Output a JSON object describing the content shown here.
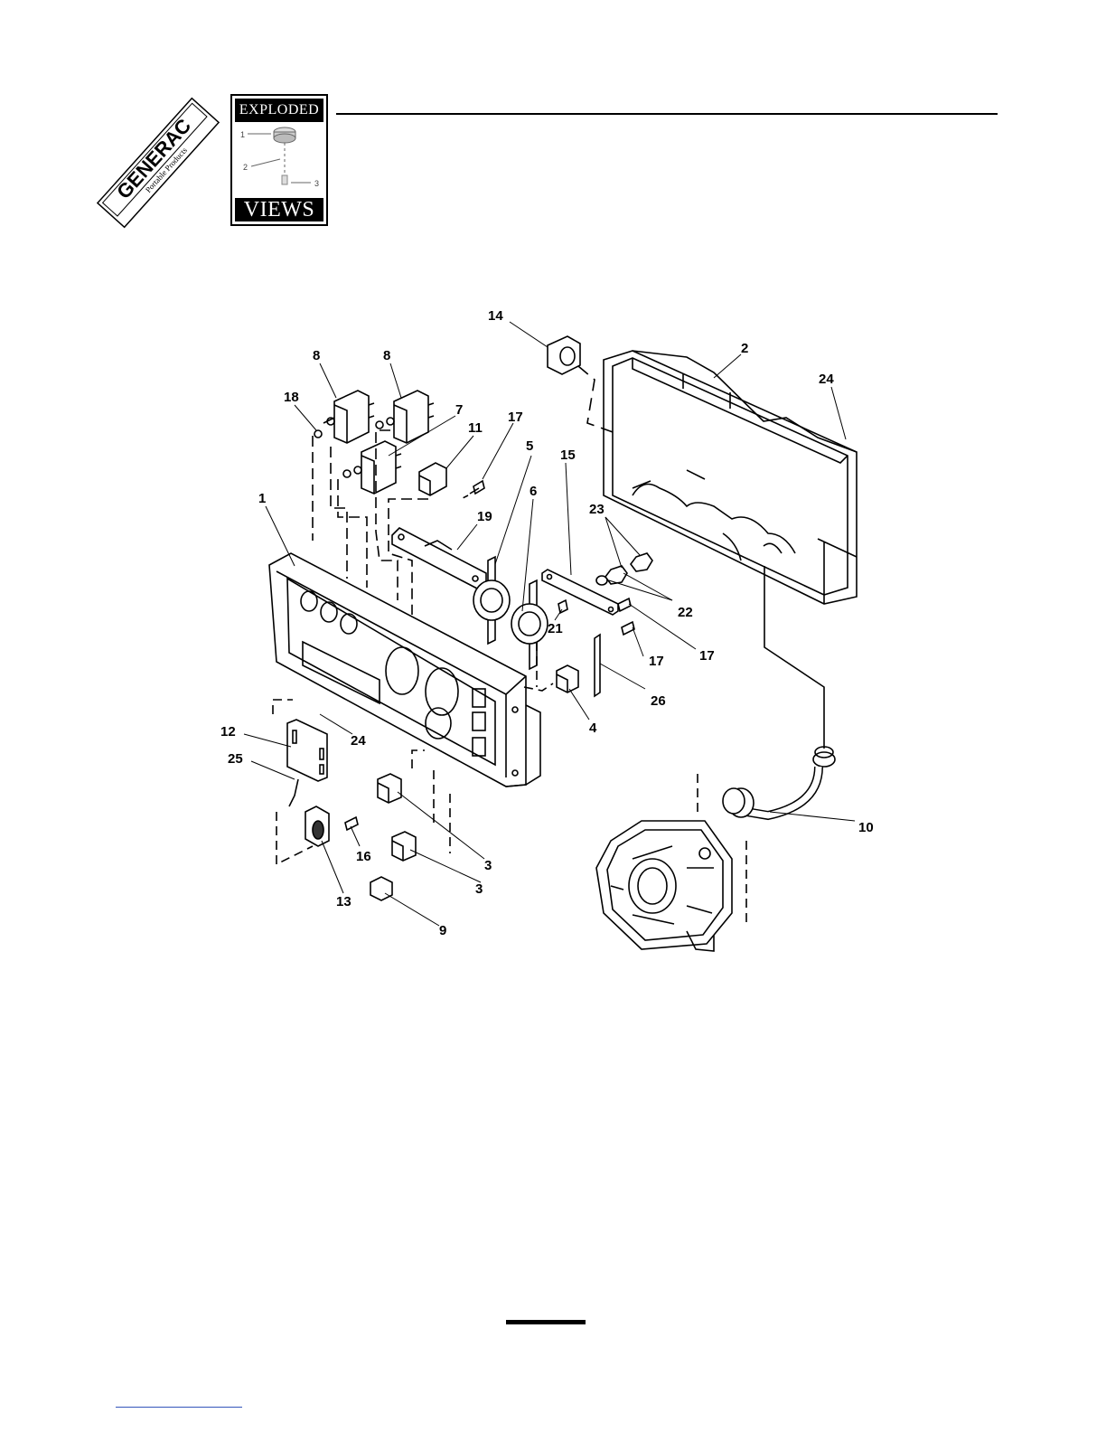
{
  "brand": {
    "logo_text": "GENERAC",
    "logo_subtext": "Portable Products"
  },
  "badge": {
    "top_label": "EXPLODED",
    "bottom_label": "VIEWS",
    "mini_numbers": [
      "1",
      "2",
      "3"
    ]
  },
  "diagram": {
    "callouts": [
      "14",
      "2",
      "24",
      "8",
      "8",
      "18",
      "7",
      "11",
      "17",
      "5",
      "15",
      "6",
      "23",
      "1",
      "19",
      "22",
      "21",
      "17",
      "17",
      "26",
      "4",
      "12",
      "24",
      "25",
      "16",
      "3",
      "3",
      "13",
      "9",
      "10"
    ]
  },
  "colors": {
    "ink": "#000000",
    "paper": "#ffffff",
    "link": "#3355bb"
  }
}
